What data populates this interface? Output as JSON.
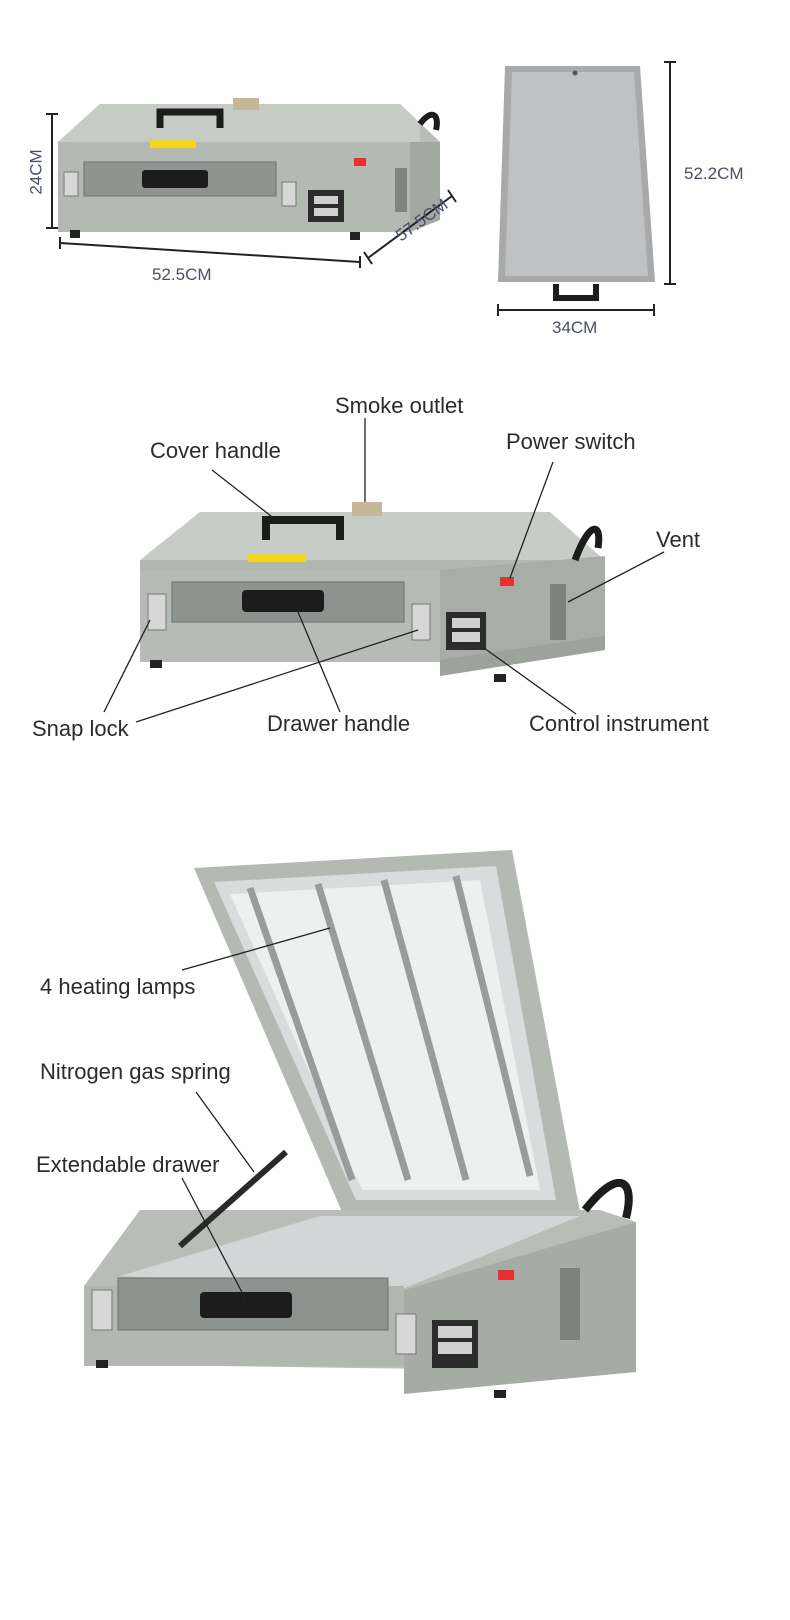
{
  "dimensions": {
    "height": "24CM",
    "width": "52.5CM",
    "depth": "57.5CM",
    "tray_length": "52.2CM",
    "tray_width": "34CM"
  },
  "features": {
    "smoke_outlet": "Smoke outlet",
    "cover_handle": "Cover handle",
    "power_switch": "Power switch",
    "vent": "Vent",
    "snap_lock": "Snap lock",
    "drawer_handle": "Drawer handle",
    "control_instrument": "Control instrument"
  },
  "open_view": {
    "heating_lamps": "4 heating lamps",
    "gas_spring": "Nitrogen gas spring",
    "drawer": "Extendable drawer"
  },
  "colors": {
    "body": "#b9bdb8",
    "body_dark": "#9ea39e",
    "steel": "#c9cbcb",
    "accent_red": "#e8312f",
    "label_yellow": "#f3d71d",
    "line": "#222222"
  }
}
